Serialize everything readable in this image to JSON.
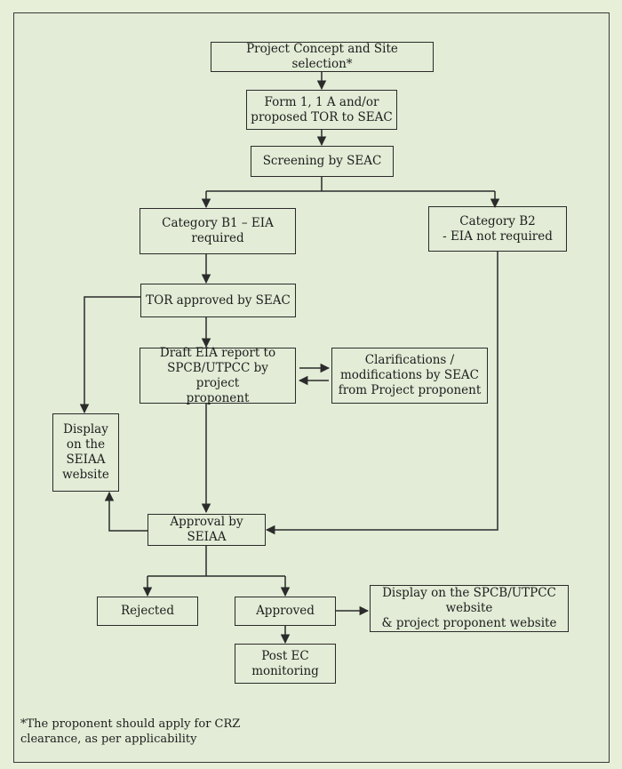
{
  "diagram": {
    "nodes": {
      "concept": "Project Concept and Site selection*",
      "form1": "Form 1,  1 A and/or\nproposed TOR to SEAC",
      "screening": "Screening by SEAC",
      "b1": "Category B1 – EIA\nrequired",
      "b2": "Category B2\n- EIA not required",
      "tor": "TOR approved by SEAC",
      "draft": "Draft EIA report to\nSPCB/UTPCC by project\nproponent",
      "clarifications": "Clarifications /\nmodifications by SEAC\nfrom Project proponent",
      "display_seiaa": "Display\non the\nSEIAA\nwebsite",
      "approval": "Approval by SEIAA",
      "rejected": "Rejected",
      "approved": "Approved",
      "display_spcb": "Display on the SPCB/UTPCC website\n& project proponent website",
      "post_ec": "Post EC\nmonitoring"
    },
    "footnote": "*The proponent should apply for CRZ clearance, as per applicability",
    "colors": {
      "background": "#e2ecd6",
      "stroke": "#2b2b2b",
      "text": "#1e1e1e"
    }
  }
}
